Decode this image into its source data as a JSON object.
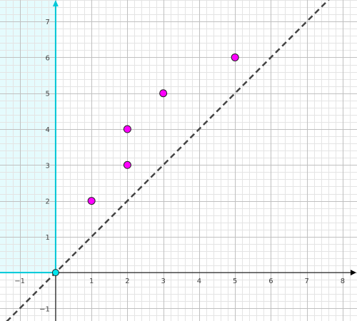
{
  "chart_data": {
    "type": "scatter",
    "title": "",
    "xlabel": "",
    "ylabel": "",
    "xlim": [
      -1.55,
      8.4
    ],
    "ylim": [
      -1.35,
      7.6
    ],
    "grid": true,
    "minor_grid_per_unit": 5,
    "x_ticks": [
      -1,
      1,
      2,
      3,
      4,
      5,
      6,
      7,
      8
    ],
    "y_ticks": [
      -1,
      1,
      2,
      3,
      4,
      5,
      6,
      7
    ],
    "x_tick_labels": [
      "−1",
      "1",
      "2",
      "3",
      "4",
      "5",
      "6",
      "7",
      "8"
    ],
    "y_tick_labels": [
      "−1",
      "1",
      "2",
      "3",
      "4",
      "5",
      "6",
      "7"
    ],
    "shaded_region": {
      "x_range": [
        -1.55,
        0
      ],
      "y_range": [
        0,
        7.6
      ],
      "color": "#e5fbfd",
      "border_color": "#00c8d8"
    },
    "series": [
      {
        "marker": "circle",
        "color": "#ff00ff",
        "x": [
          1,
          2,
          2,
          3,
          5
        ],
        "y": [
          2,
          3,
          4,
          5,
          6
        ]
      }
    ],
    "origin_point": {
      "x": 0,
      "y": 0,
      "color": "#00e5ee"
    },
    "reference_line": {
      "equation": "y = x",
      "slope": 1,
      "intercept": 0,
      "style": "dashed",
      "color": "#444444"
    },
    "colors": {
      "minor_grid": "#e4e4e4",
      "major_grid": "#c0c0c0",
      "axis": "#000000",
      "highlight_axis": "#00c8d8"
    }
  }
}
